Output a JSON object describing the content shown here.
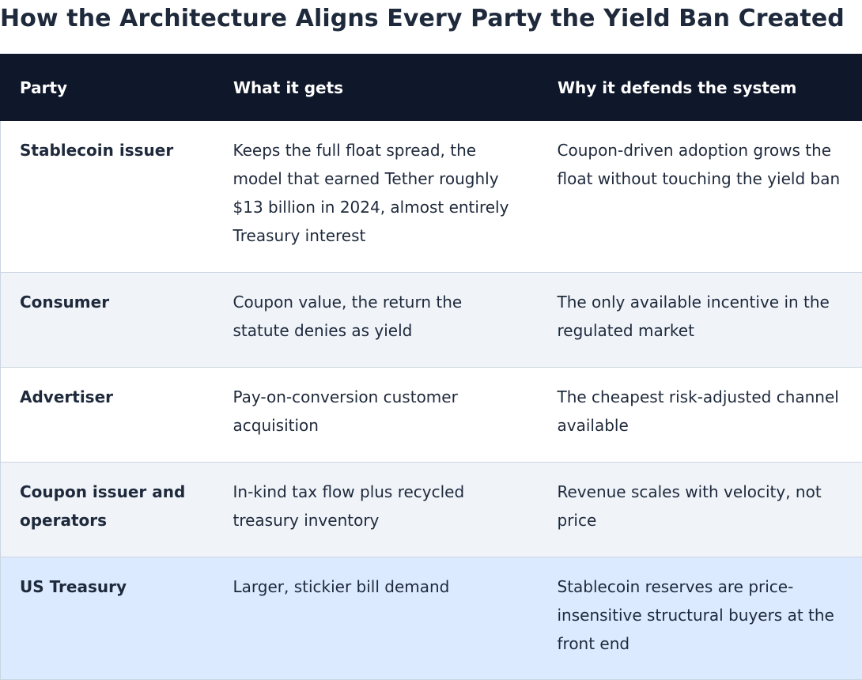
{
  "title": "How the Architecture Aligns Every Party the Yield Ban Created",
  "table": {
    "headers": [
      "Party",
      "What it gets",
      "Why it defends the system"
    ],
    "rows": [
      {
        "party": "Stablecoin issuer",
        "gets": "Keeps the full float spread, the model that earned Tether roughly $13 billion in 2024, almost entirely Treasury interest",
        "defends": "Coupon-driven adoption grows the float without touching the yield ban"
      },
      {
        "party": "Consumer",
        "gets": "Coupon value, the return the statute denies as yield",
        "defends": "The only available incentive in the regulated market"
      },
      {
        "party": "Advertiser",
        "gets": "Pay-on-conversion customer acquisition",
        "defends": "The cheapest risk-adjusted channel available"
      },
      {
        "party": "Coupon issuer and operators",
        "gets": "In-kind tax flow plus recycled treasury inventory",
        "defends": "Revenue scales with velocity, not price"
      },
      {
        "party": "US Treasury",
        "gets": "Larger, stickier bill demand",
        "defends": "Stablecoin reserves are price-insensitive structural buyers at the front end"
      }
    ]
  },
  "colors": {
    "header_bg": "#0f172a",
    "header_text": "#ffffff",
    "body_text": "#1e293b",
    "row_alt_bg": "#f0f4f9",
    "highlight_row_bg": "#dbeafe",
    "border": "#cbd5e1"
  }
}
